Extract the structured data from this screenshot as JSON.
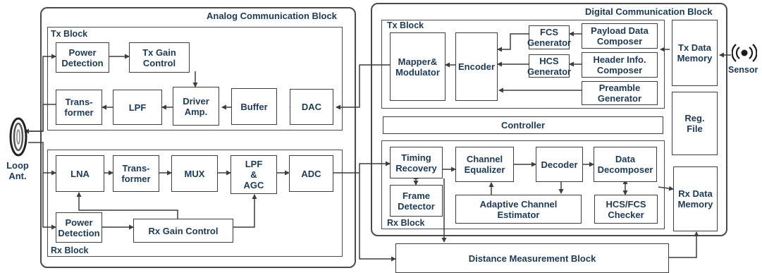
{
  "analog": {
    "title": "Analog Communication Block",
    "tx_title": "Tx Block",
    "rx_title": "Rx Block",
    "power_detection_tx": "Power\nDetection",
    "tx_gain_control": "Tx Gain\nControl",
    "transformer_tx": "Trans-\nformer",
    "lpf": "LPF",
    "driver_amp": "Driver\nAmp.",
    "buffer": "Buffer",
    "dac": "DAC",
    "lna": "LNA",
    "transformer_rx": "Trans-\nformer",
    "mux": "MUX",
    "lpf_agc": "LPF\n&\nAGC",
    "adc": "ADC",
    "power_detection_rx": "Power\nDetection",
    "rx_gain_control": "Rx Gain Control"
  },
  "digital": {
    "title": "Digital Communication Block",
    "tx_title": "Tx Block",
    "rx_title": "Rx Block",
    "mapper_modulator": "Mapper&\nModulator",
    "encoder": "Encoder",
    "fcs_generator": "FCS\nGenerator",
    "hcs_generator": "HCS\nGenerator",
    "payload_composer": "Payload Data\nComposer",
    "header_composer": "Header Info.\nComposer",
    "preamble_generator": "Preamble\nGenerator",
    "tx_data_memory": "Tx Data\nMemory",
    "controller": "Controller",
    "reg_file": "Reg.\nFile",
    "timing_recovery": "Timing\nRecovery",
    "frame_detector": "Frame\nDetector",
    "channel_equalizer": "Channel\nEqualizer",
    "decoder": "Decoder",
    "data_decomposer": "Data\nDecomposer",
    "adaptive_channel_estimator": "Adaptive Channel\nEstimator",
    "hcs_fcs_checker": "HCS/FCS\nChecker",
    "rx_data_memory": "Rx Data\nMemory"
  },
  "distance_block": "Distance Measurement Block",
  "antenna_label": "Loop\nAnt.",
  "sensor_label": "Sensor",
  "colors": {
    "text": "#1b3a5a",
    "line": "#3d3d3d"
  },
  "icons": [
    "loop-antenna-icon",
    "sensor-icon"
  ]
}
